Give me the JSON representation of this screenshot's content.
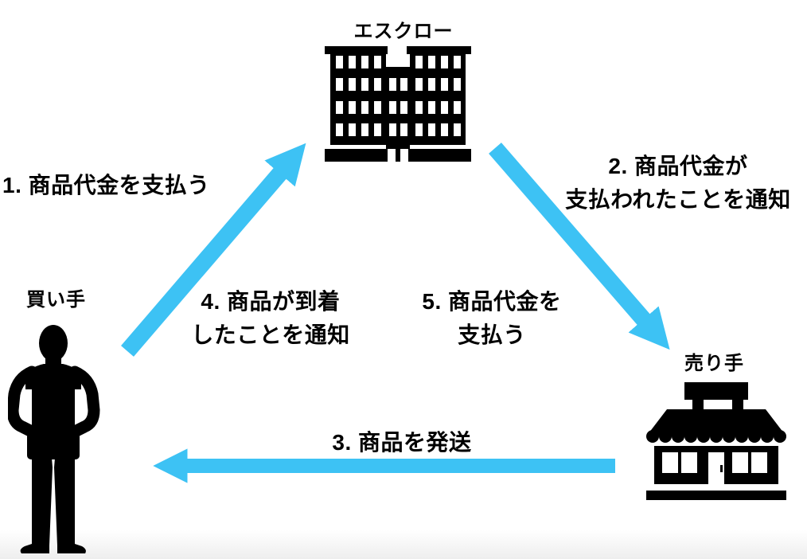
{
  "page": {
    "accent_color": "#3DC2F4",
    "ink_color": "#000000",
    "background_color": "#ffffff"
  },
  "nodes": {
    "escrow": {
      "label": "エスクロー",
      "icon": "office-building-icon"
    },
    "buyer": {
      "label": "買い手",
      "icon": "person-icon"
    },
    "seller": {
      "label": "売り手",
      "icon": "storefront-icon"
    }
  },
  "steps": {
    "step1": {
      "from": "buyer",
      "to": "escrow",
      "lines": [
        "1. 商品代金を支払う"
      ]
    },
    "step2": {
      "from": "escrow",
      "to": "seller",
      "lines": [
        "2. 商品代金が",
        "支払われたことを通知"
      ]
    },
    "step3": {
      "from": "seller",
      "to": "buyer",
      "lines": [
        "3. 商品を発送"
      ]
    },
    "step4": {
      "from": "buyer",
      "to": "escrow",
      "lines": [
        "4. 商品が到着",
        "したことを通知"
      ]
    },
    "step5": {
      "from": "escrow",
      "to": "seller",
      "lines": [
        "5. 商品代金を",
        "支払う"
      ]
    }
  }
}
